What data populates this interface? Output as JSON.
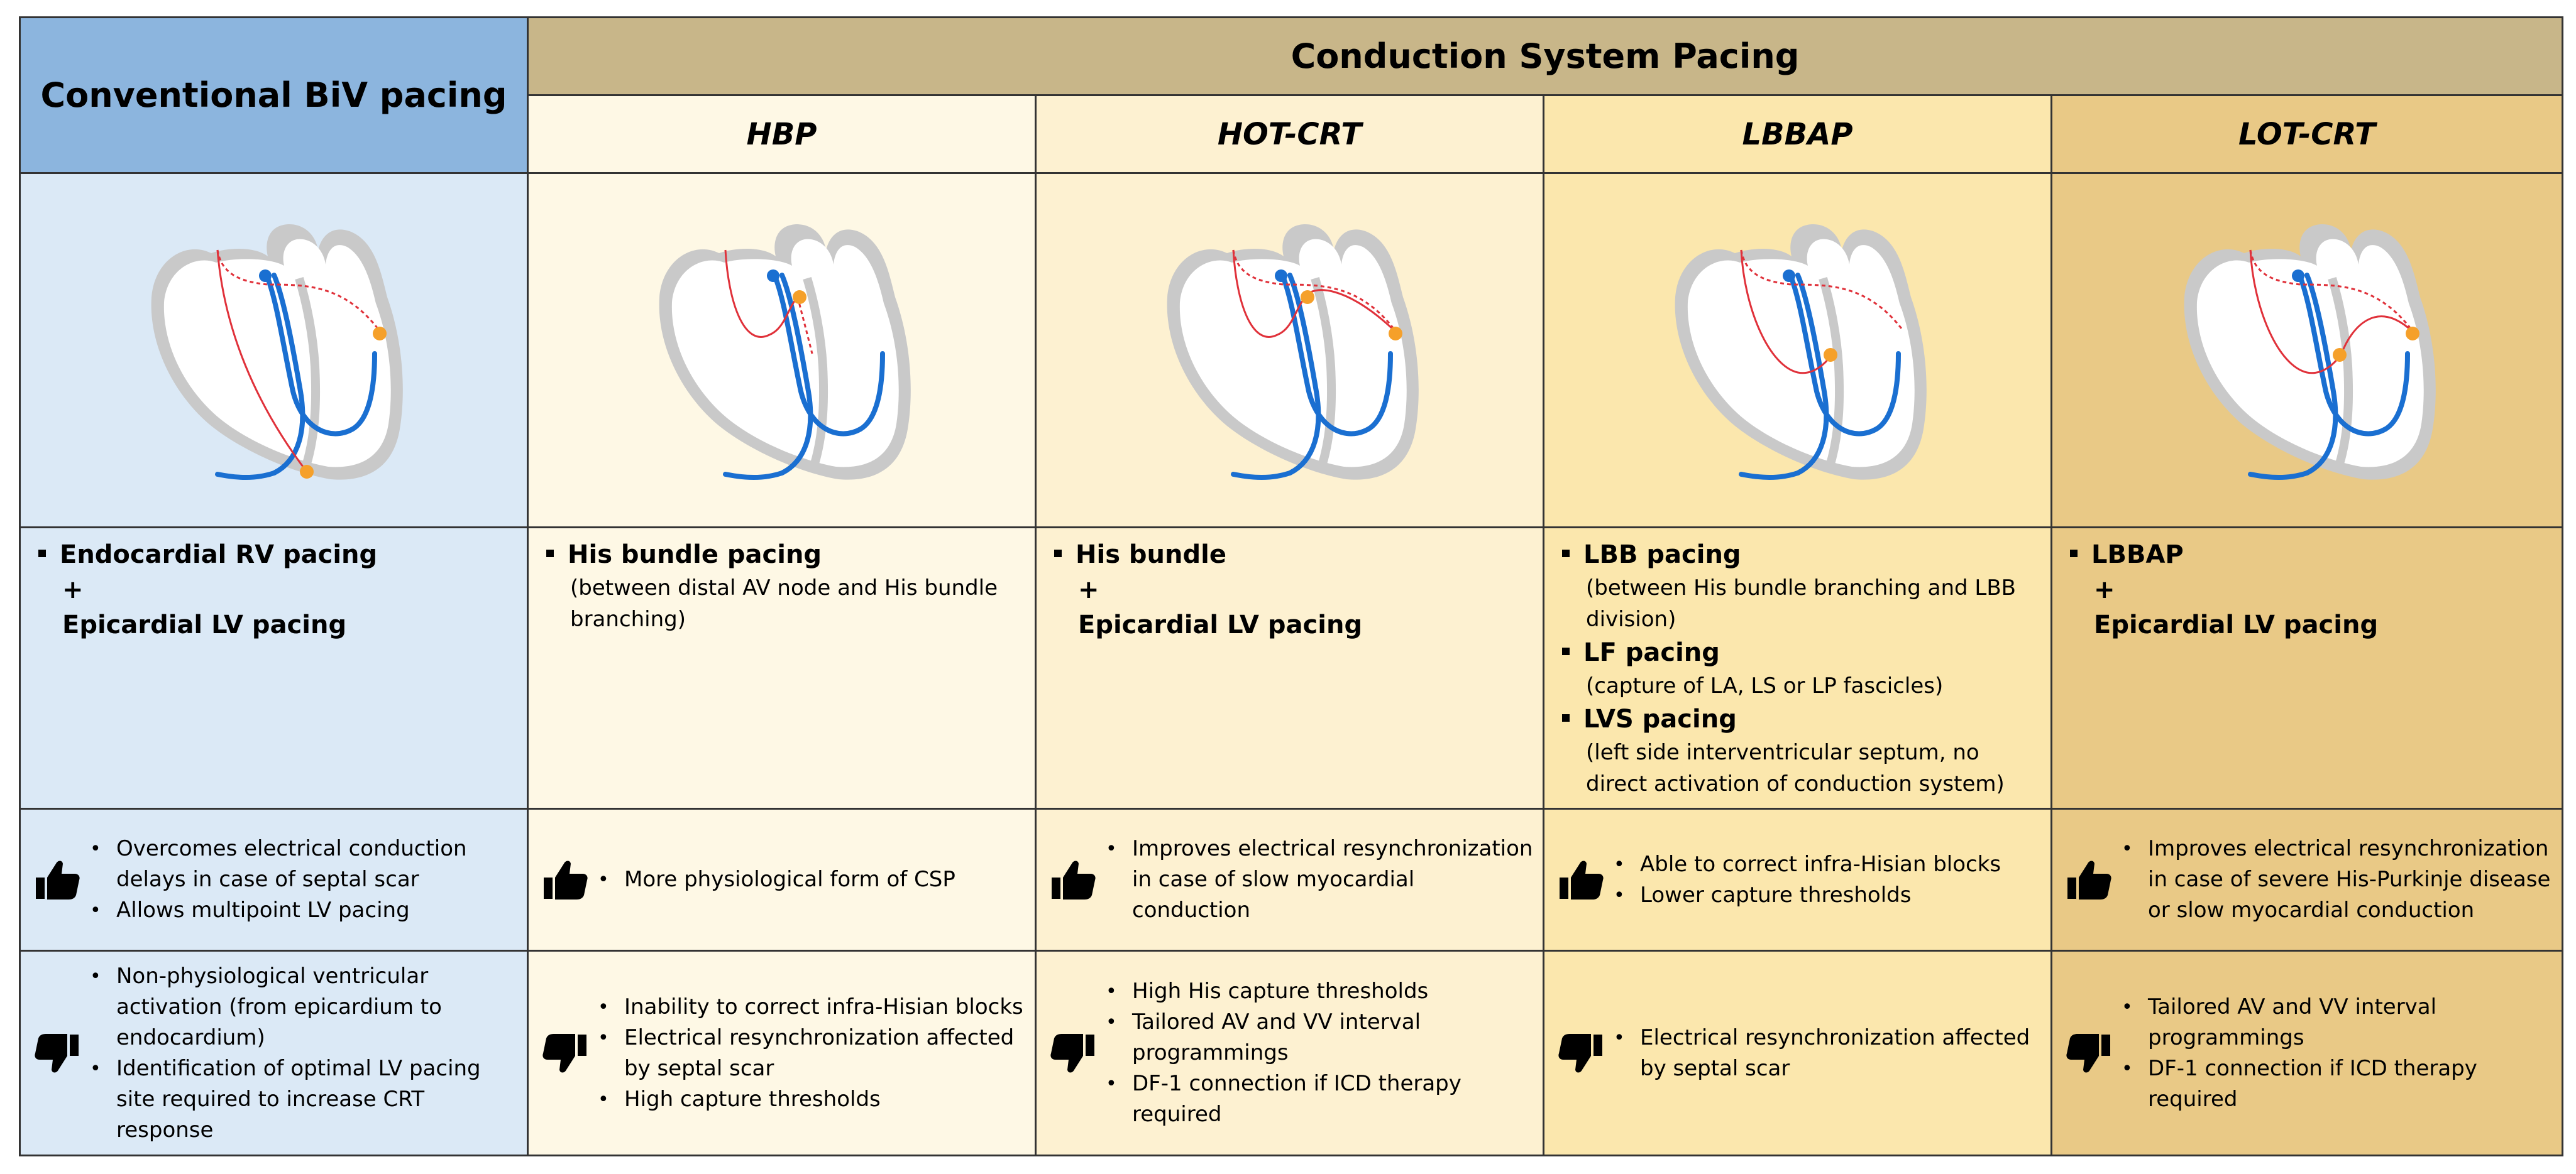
{
  "header": {
    "conventional": "Conventional BiV pacing",
    "csp": "Conduction System Pacing"
  },
  "columns": [
    {
      "id": "conventional",
      "mode": [
        {
          "bold": "Endocardial RV pacing",
          "continuation": [
            "+",
            "Epicardial LV pacing"
          ]
        }
      ],
      "pros": [
        "Overcomes electrical conduction delays in case of septal scar",
        "Allows multipoint LV pacing"
      ],
      "cons": [
        "Non-physiological ventricular activation (from epicardium to endocardium)",
        "Identification of optimal LV pacing site required to increase CRT response"
      ]
    },
    {
      "id": "hbp",
      "title": "HBP",
      "mode": [
        {
          "bold": "His bundle pacing",
          "detail": "(between distal AV node and His bundle branching)"
        }
      ],
      "pros": [
        "More physiological form of CSP"
      ],
      "cons": [
        "Inability to correct infra-Hisian blocks",
        "Electrical resynchronization affected by septal scar",
        "High capture thresholds"
      ]
    },
    {
      "id": "hot-crt",
      "title": "HOT-CRT",
      "mode": [
        {
          "bold": "His bundle",
          "continuation": [
            "+",
            "Epicardial LV pacing"
          ]
        }
      ],
      "pros": [
        "Improves electrical resynchronization in case of slow myocardial conduction"
      ],
      "cons": [
        "High His capture thresholds",
        "Tailored AV and VV interval programmings",
        "DF-1 connection if ICD therapy required"
      ]
    },
    {
      "id": "lbbap",
      "title": "LBBAP",
      "mode": [
        {
          "bold": "LBB pacing",
          "detail": "(between His bundle branching and LBB division)"
        },
        {
          "bold": "LF pacing",
          "detail": "(capture of LA, LS or LP fascicles)"
        },
        {
          "bold": "LVS pacing",
          "detail": "(left side interventricular septum, no direct activation of conduction system)"
        }
      ],
      "pros": [
        "Able to correct infra-Hisian blocks",
        "Lower capture thresholds"
      ],
      "cons": [
        "Electrical resynchronization affected by septal scar"
      ]
    },
    {
      "id": "lot-crt",
      "title": "LOT-CRT",
      "mode": [
        {
          "bold": "LBBAP",
          "continuation": [
            "+",
            "Epicardial LV pacing"
          ]
        }
      ],
      "pros": [
        "Improves electrical resynchronization in case of severe His-Purkinje disease or slow myocardial conduction"
      ],
      "cons": [
        "Tailored AV and VV interval programmings",
        "DF-1 connection if ICD therapy required"
      ]
    }
  ],
  "icons": {
    "pro": "thumbs-up-icon",
    "con": "thumbs-down-icon"
  },
  "colors": {
    "conventional_header": "#8cb5de",
    "csp_header": "#c8b689",
    "col_conventional": "#dbe9f6",
    "col_hbp": "#fef8e5",
    "col_hot_crt": "#fdf1d1",
    "col_lbbap": "#fbe7ad",
    "col_lot_crt": "#e9c986",
    "lead_blue": "#1a6fd1",
    "conduction_red": "#e0313a",
    "electrode_orange": "#f5a02a"
  }
}
